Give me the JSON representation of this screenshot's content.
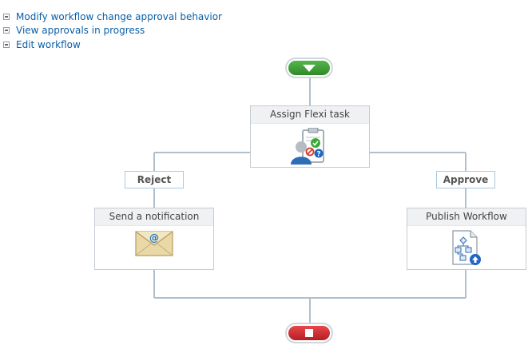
{
  "links": [
    {
      "label": "Modify workflow change approval behavior"
    },
    {
      "label": "View approvals in progress"
    },
    {
      "label": "Edit workflow"
    }
  ],
  "workflow": {
    "assign_task": {
      "title": "Assign Flexi task",
      "icon": "approval-task-icon"
    },
    "branches": {
      "reject": "Reject",
      "approve": "Approve"
    },
    "notification": {
      "title": "Send a notification",
      "icon": "email-envelope-icon"
    },
    "publish": {
      "title": "Publish Workflow",
      "icon": "publish-workflow-document-icon"
    },
    "start": {
      "icon": "start-arrow-icon",
      "color": "#3a9a33"
    },
    "end": {
      "icon": "stop-square-icon",
      "color": "#c8282b"
    }
  },
  "colors": {
    "link": "#0a5fa8",
    "connector": "#b0bfcc",
    "branch_border": "#a9c9e2"
  }
}
